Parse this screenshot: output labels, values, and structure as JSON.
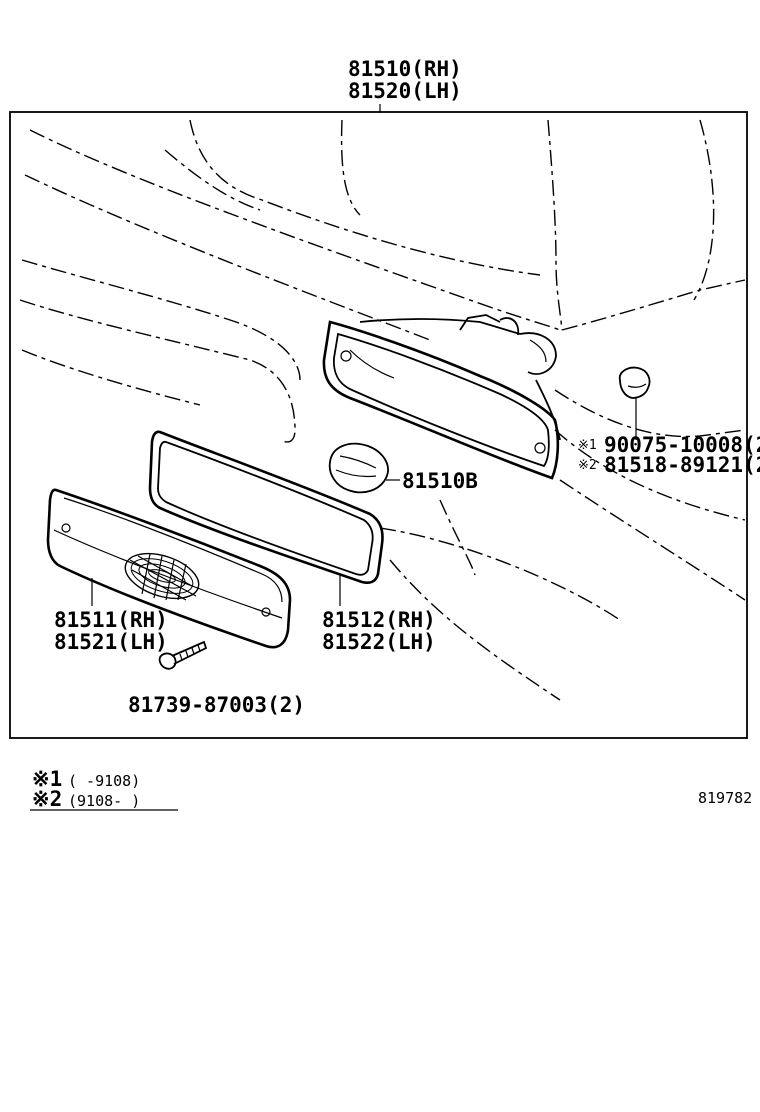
{
  "assembly": {
    "line1": "81510(RH)",
    "line2": "81520(LH)"
  },
  "lens": {
    "line1": "81511(RH)",
    "line2": "81521(LH)"
  },
  "gasket": {
    "line1": "81512(RH)",
    "line2": "81522(LH)"
  },
  "bulb": {
    "label": "81510B"
  },
  "screw": {
    "label": "81739-87003(2)"
  },
  "socket": {
    "line1_mark": "※1",
    "line1": "90075-10008(2",
    "line2_mark": "※2",
    "line2": "81518-89121(2"
  },
  "legend": {
    "row1_mark": "※1",
    "row1_range": "(     -9108)",
    "row2_mark": "※2",
    "row2_range": "(9108-     )"
  },
  "drawing_id": "819782"
}
